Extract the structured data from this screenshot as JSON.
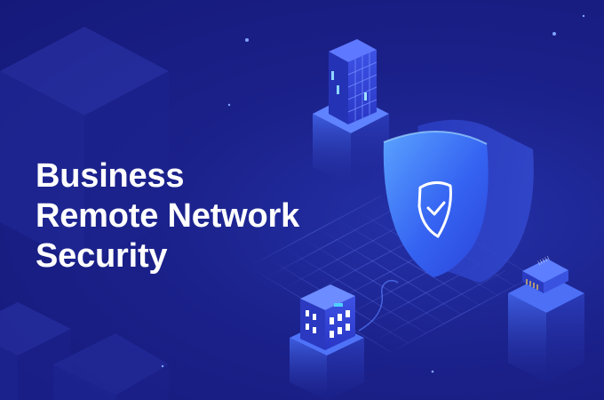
{
  "headline": {
    "line1": "Business",
    "line2": "Remote Network",
    "line3": "Security"
  },
  "icons": [
    "office-building-icon",
    "security-shield-icon",
    "check-mark-icon",
    "apartment-building-icon",
    "network-router-icon",
    "router-label-icon"
  ],
  "router_label": "|||||",
  "colors": {
    "background": "#1b218a",
    "headline_text": "#ffffff",
    "shield": "#3a6bff",
    "accent_cyan": "#4fd0ff"
  }
}
